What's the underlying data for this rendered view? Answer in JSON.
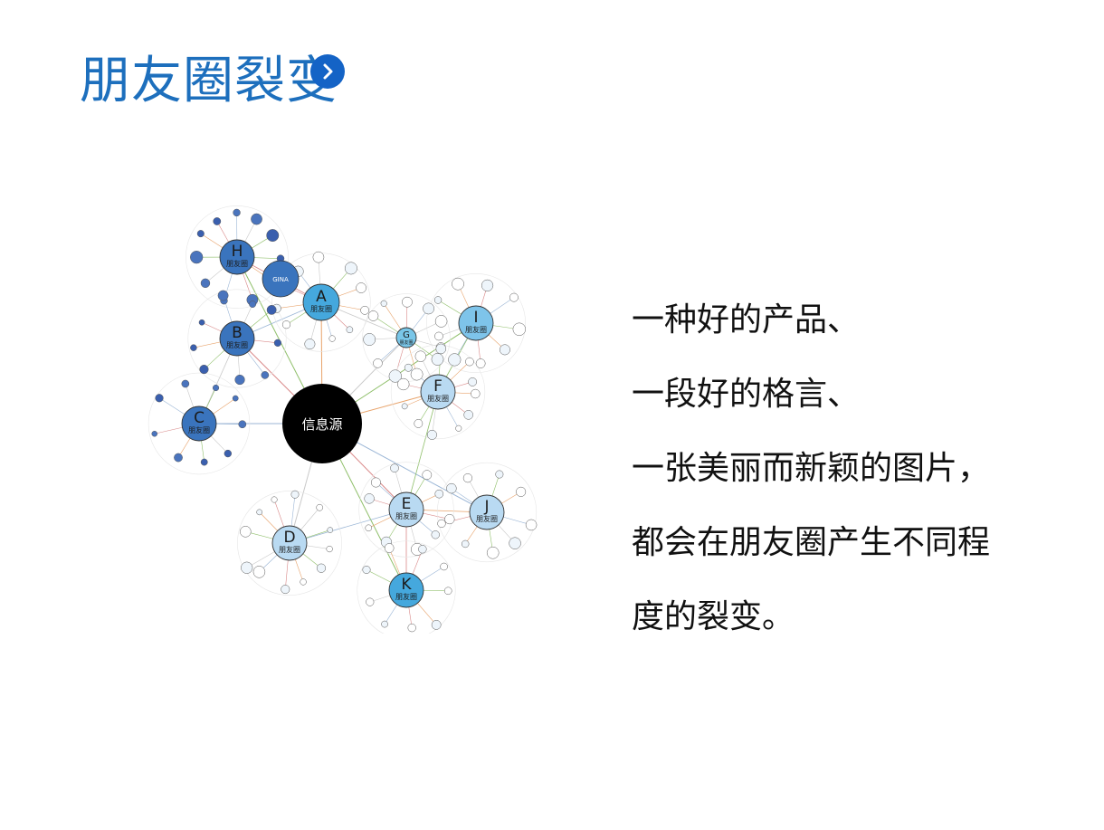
{
  "slide": {
    "title": "朋友圈裂变",
    "next_icon": "chevron-right-icon",
    "accent": "#1d6fbd"
  },
  "diagram": {
    "center_label": "信息源",
    "hubs": [
      {
        "id": "H",
        "letter": "H",
        "sub": "朋友圈",
        "color": "#3a74bd"
      },
      {
        "id": "A",
        "letter": "A",
        "sub": "朋友圈",
        "color": "#45a8dd"
      },
      {
        "id": "B",
        "letter": "B",
        "sub": "朋友圈",
        "color": "#3a74bd"
      },
      {
        "id": "C",
        "letter": "C",
        "sub": "朋友圈",
        "color": "#3a74bd"
      },
      {
        "id": "G",
        "letter": "G",
        "sub": "朋友圈",
        "color": "#79c6e8"
      },
      {
        "id": "I",
        "letter": "I",
        "sub": "朋友圈",
        "color": "#7ec4ea"
      },
      {
        "id": "F",
        "letter": "F",
        "sub": "朋友圈",
        "color": "#b9daf2"
      },
      {
        "id": "E",
        "letter": "E",
        "sub": "朋友圈",
        "color": "#b9daf2"
      },
      {
        "id": "J",
        "letter": "J",
        "sub": "朋友圈",
        "color": "#b9daf2"
      },
      {
        "id": "D",
        "letter": "D",
        "sub": "朋友圈",
        "color": "#b9daf2"
      },
      {
        "id": "K",
        "letter": "K",
        "sub": "朋友圈",
        "color": "#45a8dd"
      }
    ],
    "named_nodes": [
      {
        "label": "GINA"
      }
    ]
  },
  "text": {
    "lines": [
      "一种好的产品、",
      "一段好的格言、",
      "一张美丽而新颖的图片，",
      "都会在朋友圈产生不同程",
      "度的裂变。"
    ]
  }
}
